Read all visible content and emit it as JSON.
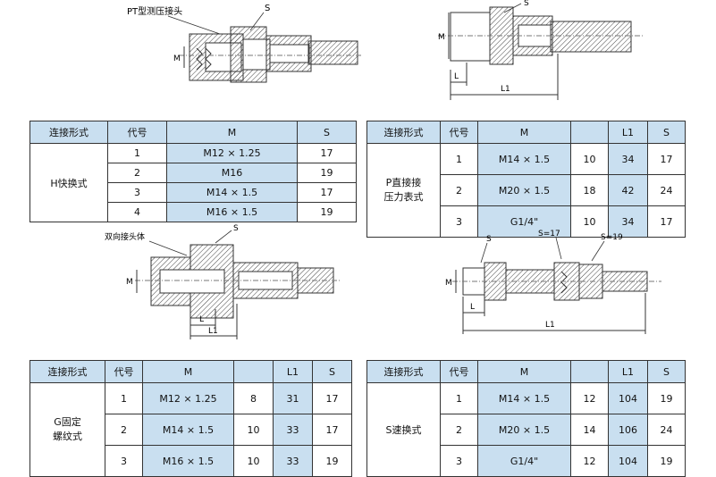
{
  "diagrams": {
    "top_left": {
      "label": "PT型测压接头",
      "s_label": "S",
      "m_label": "M"
    },
    "top_right": {
      "s_label": "S",
      "m_label": "M",
      "l_label": "L",
      "l1_label": "L1"
    },
    "mid_left": {
      "label": "双向接头体",
      "s_label": "S",
      "m_label": "M",
      "l_label": "L",
      "l1_label": "L1"
    },
    "mid_right": {
      "s_label": "S",
      "s17_label": "S=17",
      "s19_label": "S=19",
      "m_label": "M",
      "l_label": "L",
      "l1_label": "L1"
    }
  },
  "table_h": {
    "headers": [
      "连接形式",
      "代号",
      "M",
      "S"
    ],
    "group": "H快换式",
    "rows": [
      {
        "code": "1",
        "m": "M12 × 1.25",
        "s": "17"
      },
      {
        "code": "2",
        "m": "M16",
        "s": "19"
      },
      {
        "code": "3",
        "m": "M14 × 1.5",
        "s": "17"
      },
      {
        "code": "4",
        "m": "M16 × 1.5",
        "s": "19"
      }
    ]
  },
  "table_p": {
    "headers": [
      "连接形式",
      "代号",
      "M",
      "",
      "L1",
      "S"
    ],
    "group": "P直接接\n压力表式",
    "rows": [
      {
        "code": "1",
        "m": "M14 × 1.5",
        "l": "10",
        "l1": "34",
        "s": "17"
      },
      {
        "code": "2",
        "m": "M20 × 1.5",
        "l": "18",
        "l1": "42",
        "s": "24"
      },
      {
        "code": "3",
        "m": "G1/4\"",
        "l": "10",
        "l1": "34",
        "s": "17"
      }
    ]
  },
  "table_g": {
    "headers": [
      "连接形式",
      "代号",
      "M",
      "",
      "L1",
      "S"
    ],
    "group": "G固定\n螺纹式",
    "rows": [
      {
        "code": "1",
        "m": "M12 × 1.25",
        "l": "8",
        "l1": "31",
        "s": "17"
      },
      {
        "code": "2",
        "m": "M14 × 1.5",
        "l": "10",
        "l1": "33",
        "s": "17"
      },
      {
        "code": "3",
        "m": "M16 × 1.5",
        "l": "10",
        "l1": "33",
        "s": "19"
      }
    ]
  },
  "table_s": {
    "headers": [
      "连接形式",
      "代号",
      "M",
      "",
      "L1",
      "S"
    ],
    "group": "S速换式",
    "rows": [
      {
        "code": "1",
        "m": "M14 × 1.5",
        "l": "12",
        "l1": "104",
        "s": "19"
      },
      {
        "code": "2",
        "m": "M20 × 1.5",
        "l": "14",
        "l1": "106",
        "s": "24"
      },
      {
        "code": "3",
        "m": "G1/4\"",
        "l": "12",
        "l1": "104",
        "s": "19"
      }
    ]
  }
}
